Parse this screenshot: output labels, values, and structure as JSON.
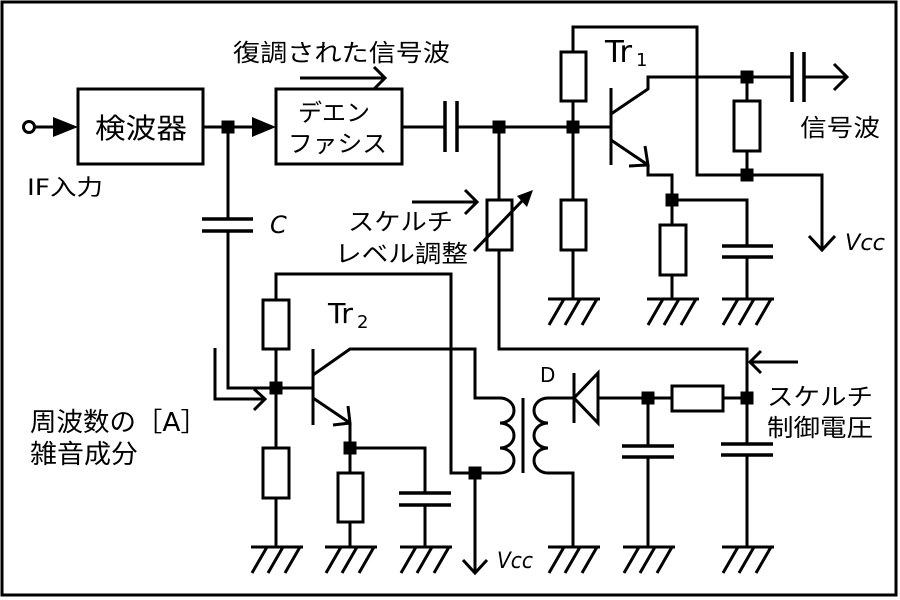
{
  "figure": {
    "colors": {
      "line": "#000000",
      "background": "#ffffff"
    }
  },
  "labels": {
    "if_input": "IF入力",
    "detector": "検波器",
    "deemphasis": {
      "line1": "デエン",
      "line2": "ファシス"
    },
    "demodulated_signal": "復調された信号波",
    "capacitor_c": "C",
    "tr1": {
      "name": "Tr",
      "sub": "1"
    },
    "tr2": {
      "name": "Tr",
      "sub": "2"
    },
    "signal_output": "信号波",
    "vcc_top": "Vcc",
    "vcc_bottom": "Vcc",
    "squelch_level": {
      "line1": "スケルチ",
      "line2": "レベル調整"
    },
    "noise_component": {
      "line1": "周波数の［A］",
      "line2": "雑音成分"
    },
    "diode": "D",
    "squelch_control": {
      "line1": "スケルチ",
      "line2": "制御電圧"
    }
  }
}
